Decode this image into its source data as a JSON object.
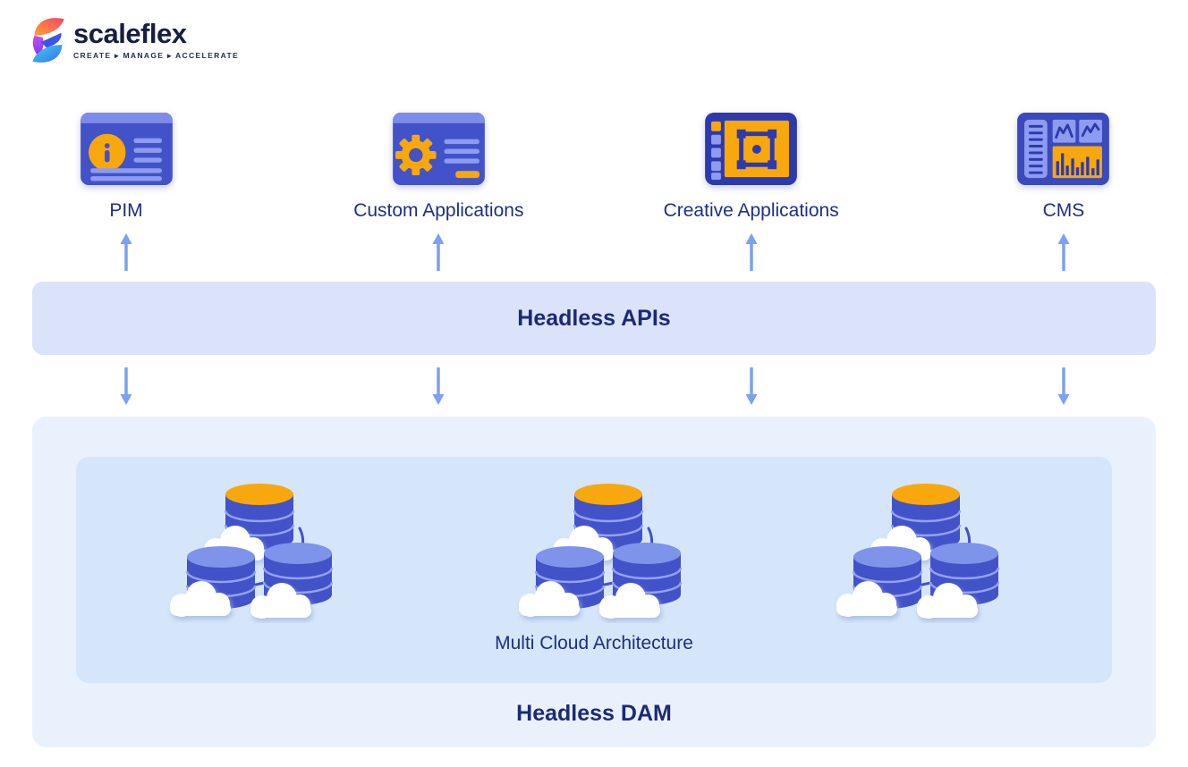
{
  "brand": {
    "name": "scaleflex",
    "tagline": "CREATE ▸ MANAGE ▸ ACCELERATE"
  },
  "apps": [
    {
      "label": "PIM",
      "icon": "pim-card-icon"
    },
    {
      "label": "Custom Applications",
      "icon": "gear-card-icon"
    },
    {
      "label": "Creative Applications",
      "icon": "canvas-selection-icon"
    },
    {
      "label": "CMS",
      "icon": "dashboard-charts-icon"
    }
  ],
  "api_layer": {
    "title": "Headless APIs"
  },
  "dam_layer": {
    "title": "Headless DAM",
    "architecture_label": "Multi Cloud Architecture",
    "cluster_count": 3,
    "cluster_icon": "cloud-database-cluster-icon"
  },
  "colors": {
    "card_blue": "#4252c8",
    "deep_blue": "#2c3aad",
    "accent_yellow": "#f8a80d",
    "periwinkle": "#8d9bf0",
    "lid_periwinkle": "#7e93ea",
    "arrow_blue": "#7ba1f1",
    "api_bar_bg": "#dbe3fa",
    "dam_panel_bg": "#e9f1fd",
    "inner_panel_bg": "#d5e6fb",
    "heading_text": "#1b2a75",
    "label_text": "#1c2f85"
  }
}
